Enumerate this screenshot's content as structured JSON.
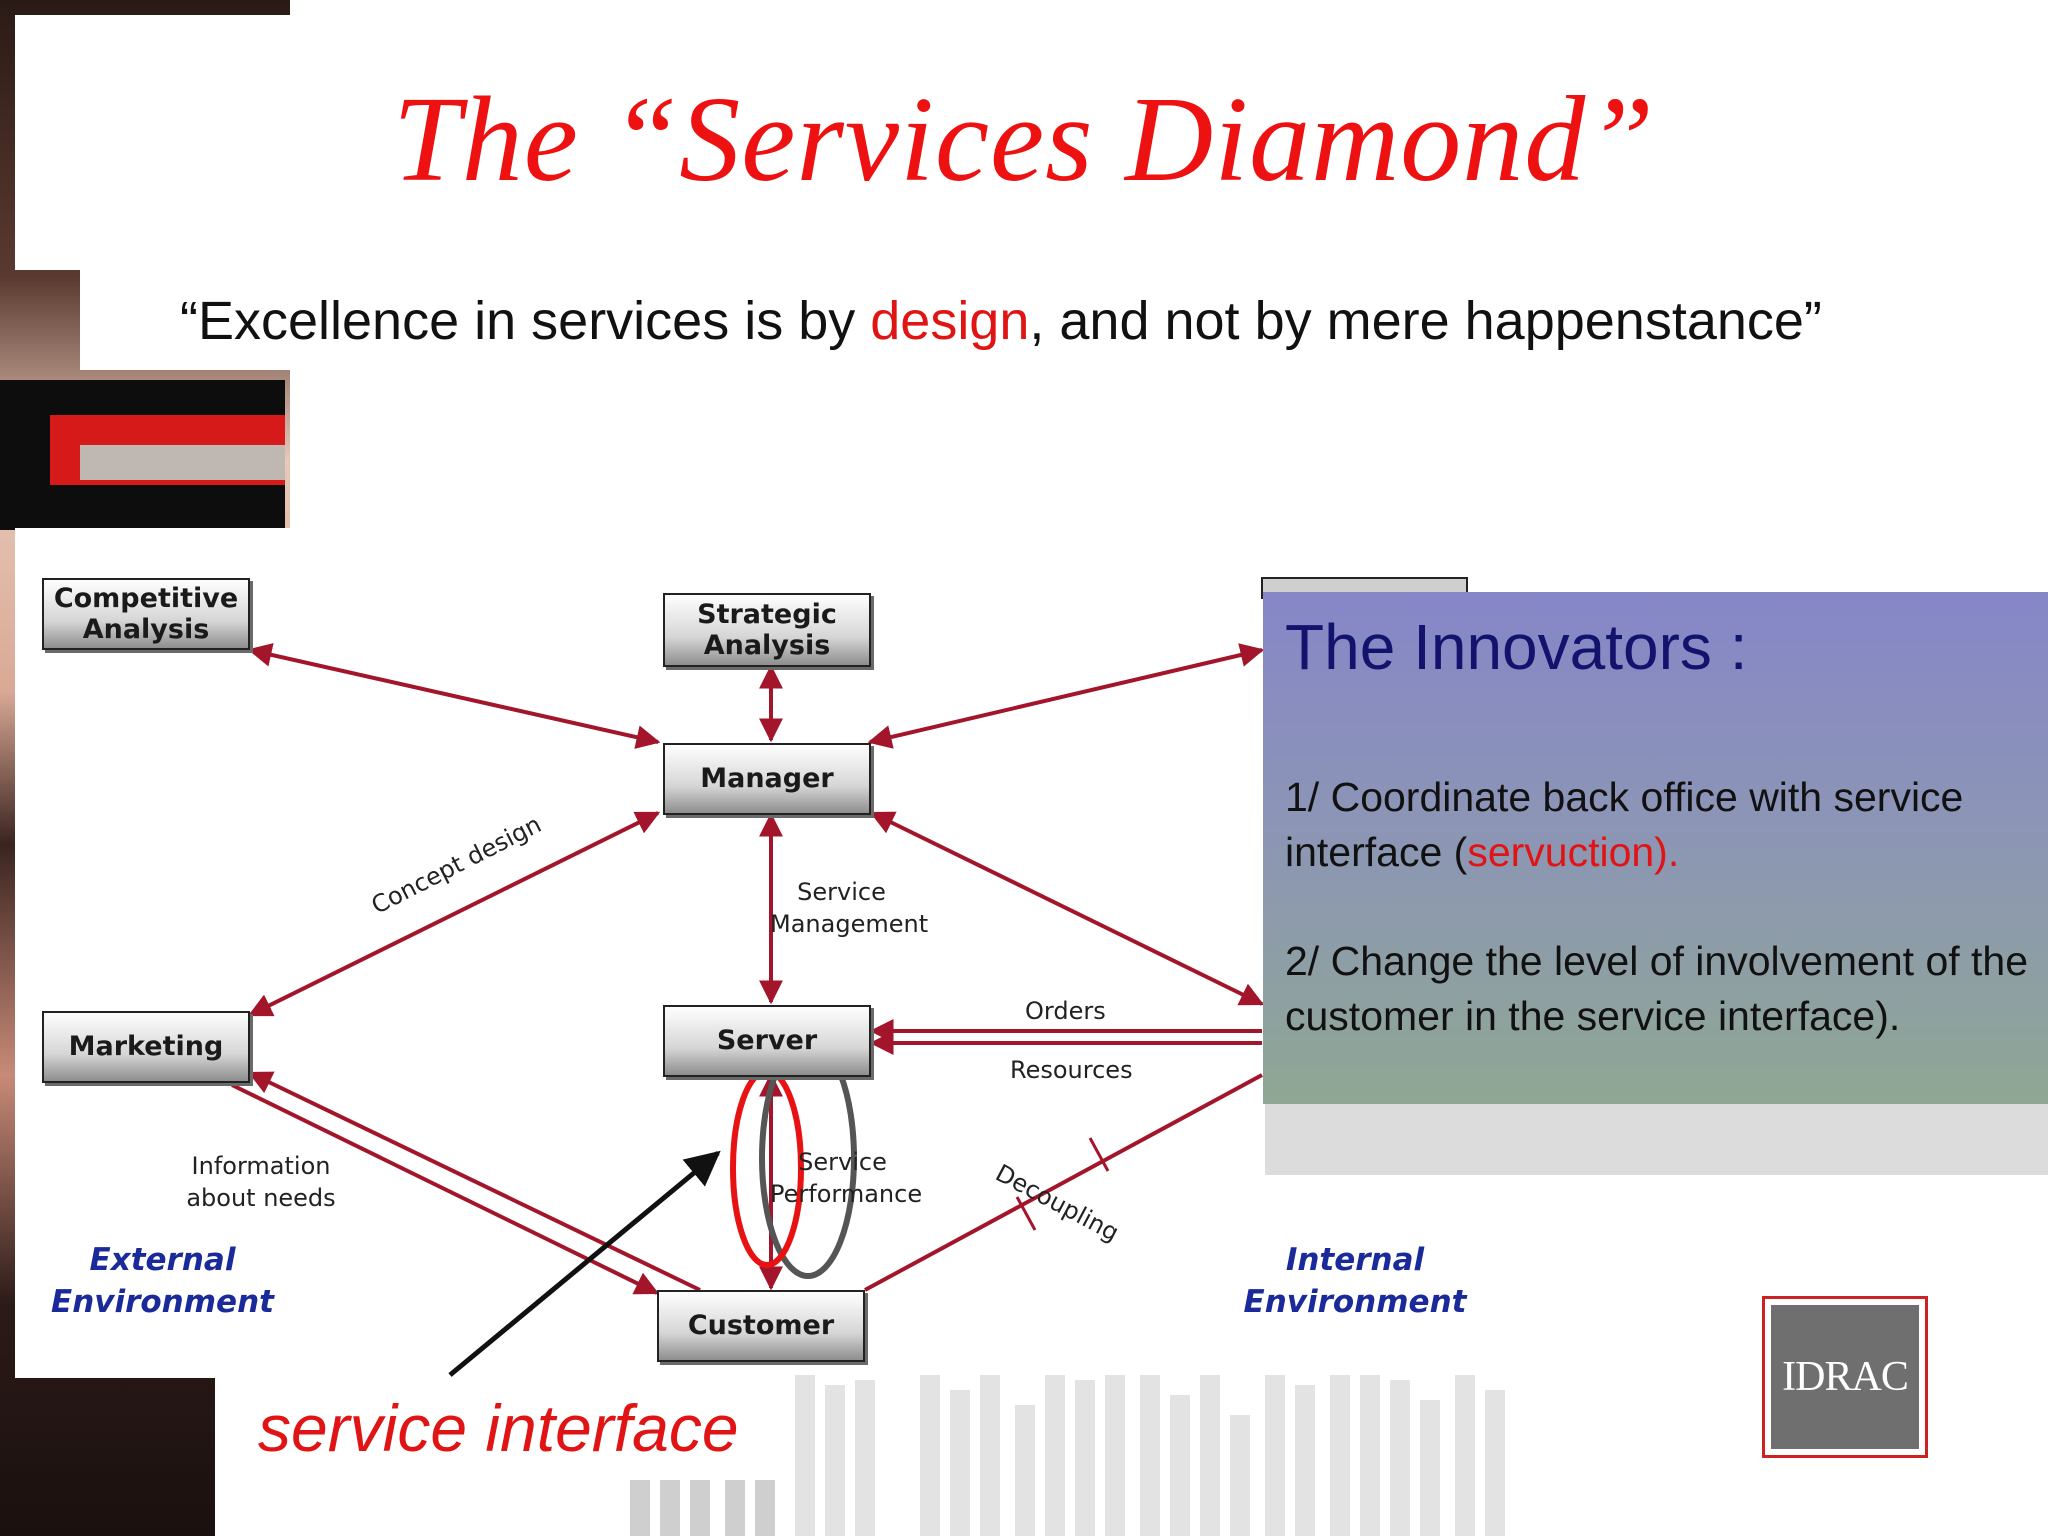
{
  "slide": {
    "title": "The “Services Diamond”",
    "quote_before": "“Excellence in services is by ",
    "quote_highlight": "design",
    "quote_after": ", and not by mere happenstance”"
  },
  "diagram": {
    "nodes": {
      "competitive": "Competitive Analysis",
      "strategic": "Strategic Analysis",
      "manager": "Manager",
      "marketing": "Marketing",
      "server": "Server",
      "customer": "Customer"
    },
    "edge_labels": {
      "concept_design": "Concept design",
      "service_management_1": "Service",
      "service_management_2": "Management",
      "orders": "Orders",
      "resources": "Resources",
      "info_1": "Information",
      "info_2": "about needs",
      "service_performance_1": "Service",
      "service_performance_2": "Performance",
      "decoupling": "Decoupling"
    },
    "environments": {
      "external_1": "External",
      "external_2": "Environment",
      "internal_1": "Internal",
      "internal_2": "Environment"
    }
  },
  "innovators": {
    "title": "The Innovators :",
    "point1_before": "1/ Coordinate back office with service interface (",
    "point1_highlight": "servuction).",
    "point2": "2/ Change the level of involvement of the customer in the service interface)."
  },
  "annotation": {
    "service_interface": "service interface"
  },
  "logo": {
    "text": "IDRAC"
  },
  "colors": {
    "title_red": "#ee1111",
    "arrow_red": "#a3152a",
    "env_blue": "#1a2a9a",
    "innovators_navy": "#13136e"
  }
}
